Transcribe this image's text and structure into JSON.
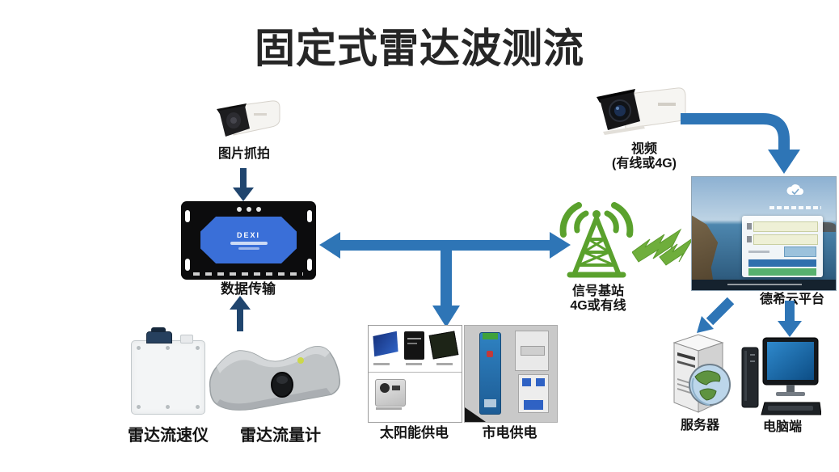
{
  "title": "固定式雷达波测流",
  "colors": {
    "arrow_blue": "#2E75B6",
    "arrow_navy": "#20456E",
    "station_green": "#5AA12D",
    "lightning_green": "#6FAE3C",
    "dtu_panel_blue": "#3A6FD8",
    "screen_blue": "#1F6FAE"
  },
  "nodes": {
    "image_capture": {
      "label": "图片抓拍"
    },
    "video_camera": {
      "label_line1": "视频",
      "label_line2": "(有线或4G)"
    },
    "data_transmission": {
      "label": "数据传输",
      "device_brand": "DEXI"
    },
    "base_station": {
      "label_line1": "信号基站",
      "label_line2": "4G或有线"
    },
    "cloud_platform": {
      "label": "德希云平台"
    },
    "radar_velocity_meter": {
      "label": "雷达流速仪"
    },
    "radar_flow_meter": {
      "label": "雷达流量计"
    },
    "solar_power": {
      "label": "太阳能供电"
    },
    "mains_power": {
      "label": "市电供电"
    },
    "server": {
      "label": "服务器"
    },
    "pc": {
      "label": "电脑端"
    }
  }
}
